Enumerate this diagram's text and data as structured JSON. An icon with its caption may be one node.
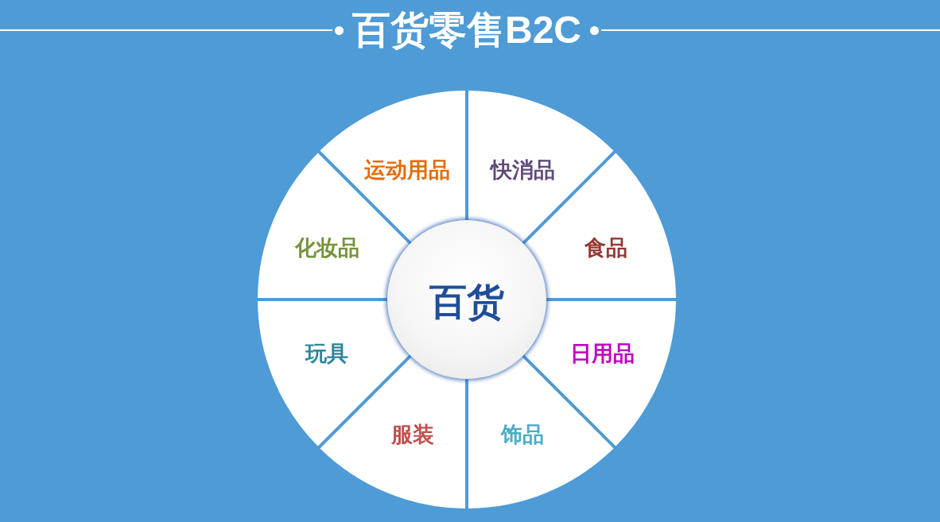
{
  "diagram": {
    "title": "百货零售B2C",
    "nodes": [
      {
        "text": [
          "运动用品"
        ]
      },
      {
        "text": [
          "快消品"
        ]
      },
      {
        "text": [
          "化妆品"
        ]
      },
      {
        "text": [
          "食品"
        ]
      },
      {
        "text": [
          "百货"
        ]
      },
      {
        "text": [
          "玩具"
        ]
      },
      {
        "text": [
          "日用品"
        ]
      },
      {
        "text": [
          "服装"
        ]
      },
      {
        "text": [
          "饰品"
        ]
      }
    ]
  }
}
